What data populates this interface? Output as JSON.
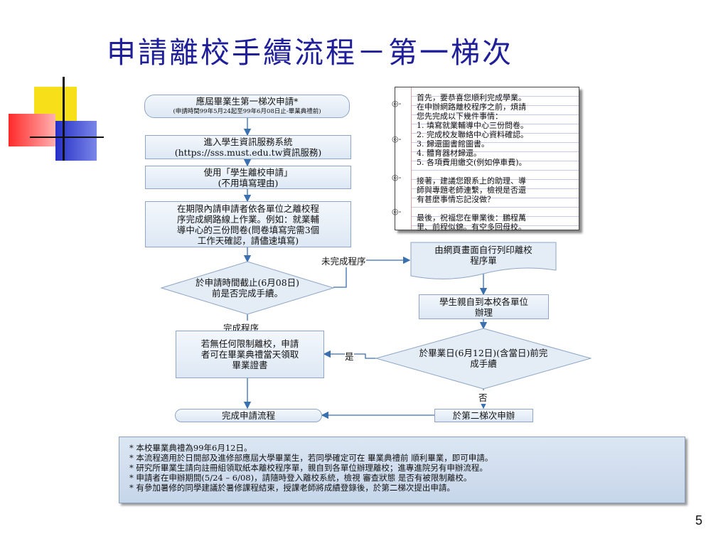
{
  "slide": {
    "title": "申請離校手續流程－第一梯次",
    "page_number": "5"
  },
  "flow": {
    "start": {
      "line1": "應屆畢業生第一梯次申請*",
      "line2": "(申請時間99年5月24起至99年6月08日止-畢業典禮前)"
    },
    "step1": {
      "line1": "進入學生資訊服務系統",
      "line2": "(https://sss.must.edu.tw資訊服務)"
    },
    "step2": {
      "line1": "使用「學生離校申請」",
      "line2": "(不用填寫理由)"
    },
    "step3": {
      "line1": "在期限內請申請者依各單位之離校程",
      "line2": "序完成網路線上作業。例如：就業輔",
      "line3": "導中心的三份問卷(問卷填寫完需3個",
      "line4": "工作天確認，請儘速填寫)"
    },
    "decision1": {
      "line1": "於申請時間截止(6月08日)",
      "line2": "前是否完成手續。"
    },
    "label_incomplete": "未完成程序",
    "label_complete": "完成程序",
    "doc_print": {
      "line1": "由網頁畫面自行列印離校",
      "line2": "程序單"
    },
    "step_in_person": {
      "line1": "學生親自到本校各單位",
      "line2": "辦理"
    },
    "decision2": {
      "line1": "於畢業日(6月12日)(含當日)前完",
      "line2": "成手續"
    },
    "label_yes": "是",
    "label_no": "否",
    "step_cert": {
      "line1": "若無任何限制離校，申請",
      "line2": "者可在畢業典禮當天領取",
      "line3": "畢業證書"
    },
    "end": "完成申請流程",
    "second_round": "於第二梯次申辦"
  },
  "note": {
    "para1": [
      "首先，要恭喜您順利完成學業。",
      "在申辦網路離校程序之前，煩請",
      "您先完成以下幾件事情：",
      "1. 填寫就業輔導中心三份問卷。",
      "2. 完成校友聯絡中心資料確認。",
      "3. 歸還圖書館圖書。",
      "4. 體育器材歸還。",
      "5. 各項費用繳交(例如停車費)。"
    ],
    "para2": [
      "接著，建議您跟系上的助理、導",
      "師與專題老師連繫，檢視是否還",
      "有甚麼事情忘記沒做？"
    ],
    "para3": [
      "最後，祝福您在畢業後：鵬程萬",
      "里、前程似錦。有空多回母校。"
    ]
  },
  "footer_notes": [
    "* 本校畢業典禮為99年6月12日。",
    "* 本流程適用於日間部及進修部應屆大學畢業生，若同學確定可在 畢業典禮前 順利畢業，即可申請。",
    "* 研究所畢業生請向註冊組領取紙本離校程序單，親自到各單位辦理離校；進專進院另有申辦流程。",
    "* 申請者在申辦期間(5/24 – 6/08)，請隨時登入離校系統，檢視 審查狀態 是否有被限制離校。",
    "* 有參加暑修的同學建議於暑修課程結束，授課老師將成績登錄後，於第二梯次提出申請。"
  ],
  "colors": {
    "title": "#1f1f99",
    "box_fill": "#e4ecf6",
    "box_border": "#8ea6c4",
    "arrow": "#3a6fb0"
  }
}
